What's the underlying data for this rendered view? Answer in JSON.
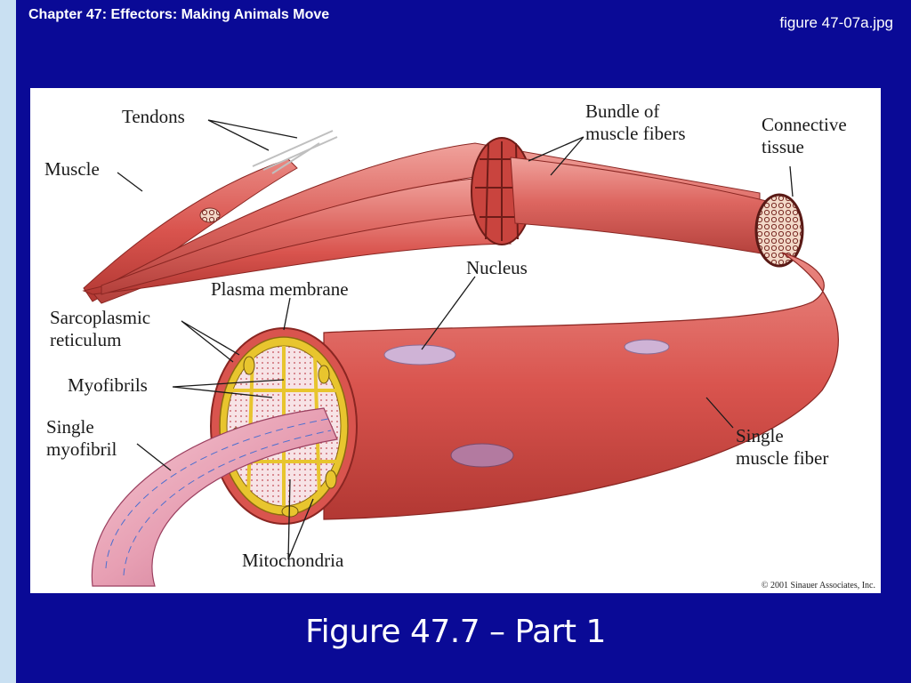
{
  "slide": {
    "chapter_title": "Chapter 47: Effectors: Making Animals Move",
    "file_name": "figure 47-07a.jpg",
    "caption": "Figure 47.7 – Part 1"
  },
  "figure": {
    "labels": {
      "tendons": "Tendons",
      "muscle": "Muscle",
      "bundle_line1": "Bundle of",
      "bundle_line2": "muscle fibers",
      "connective_line1": "Connective",
      "connective_line2": "tissue",
      "nucleus": "Nucleus",
      "plasma_membrane": "Plasma membrane",
      "sarcoplasmic_line1": "Sarcoplasmic",
      "sarcoplasmic_line2": "reticulum",
      "myofibrils": "Myofibrils",
      "single_myofibril_line1": "Single",
      "single_myofibril_line2": "myofibril",
      "single_fiber_line1": "Single",
      "single_fiber_line2": "muscle fiber",
      "mitochondria": "Mitochondria"
    },
    "copyright": "© 2001 Sinauer Associates, Inc.",
    "colors": {
      "muscle": "#d9544e",
      "muscle_dark": "#a8302c",
      "membrane_yellow": "#e8c52e",
      "myofibril_pink": "#f3d3d8"
    }
  }
}
